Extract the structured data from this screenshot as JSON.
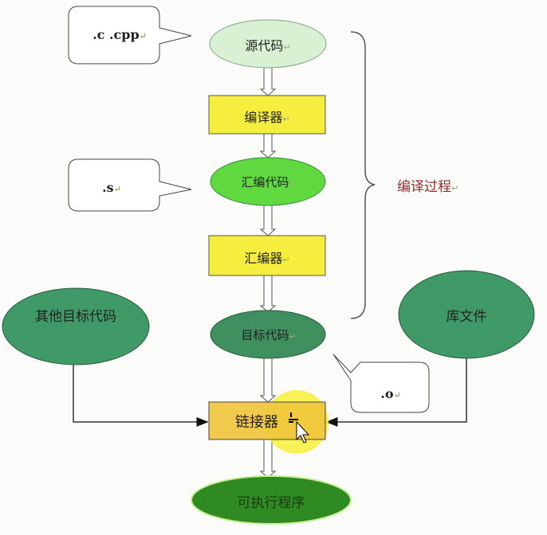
{
  "callouts": {
    "source_ext": ".c .cpp",
    "asm_ext": ".s",
    "obj_ext": ".o"
  },
  "nodes": {
    "source_code": "源代码",
    "compiler": "编译器",
    "assembly_code": "汇编代码",
    "assembler": "汇编器",
    "object_code": "目标代码",
    "other_object_code": "其他目标代码",
    "library_files": "库文件",
    "linker": "链接器",
    "executable": "可执行程序"
  },
  "brace_label": "编译过程",
  "paragraph_mark": "↵",
  "colors": {
    "yellow": "#f5ee3e",
    "linker": "#f0c43a",
    "light_green": "#d9f0d3",
    "bright_green": "#5fd93f",
    "dark_green": "#3f8f5f",
    "exec_green": "#2f8a24",
    "brace_label": "#8b2e2e"
  }
}
